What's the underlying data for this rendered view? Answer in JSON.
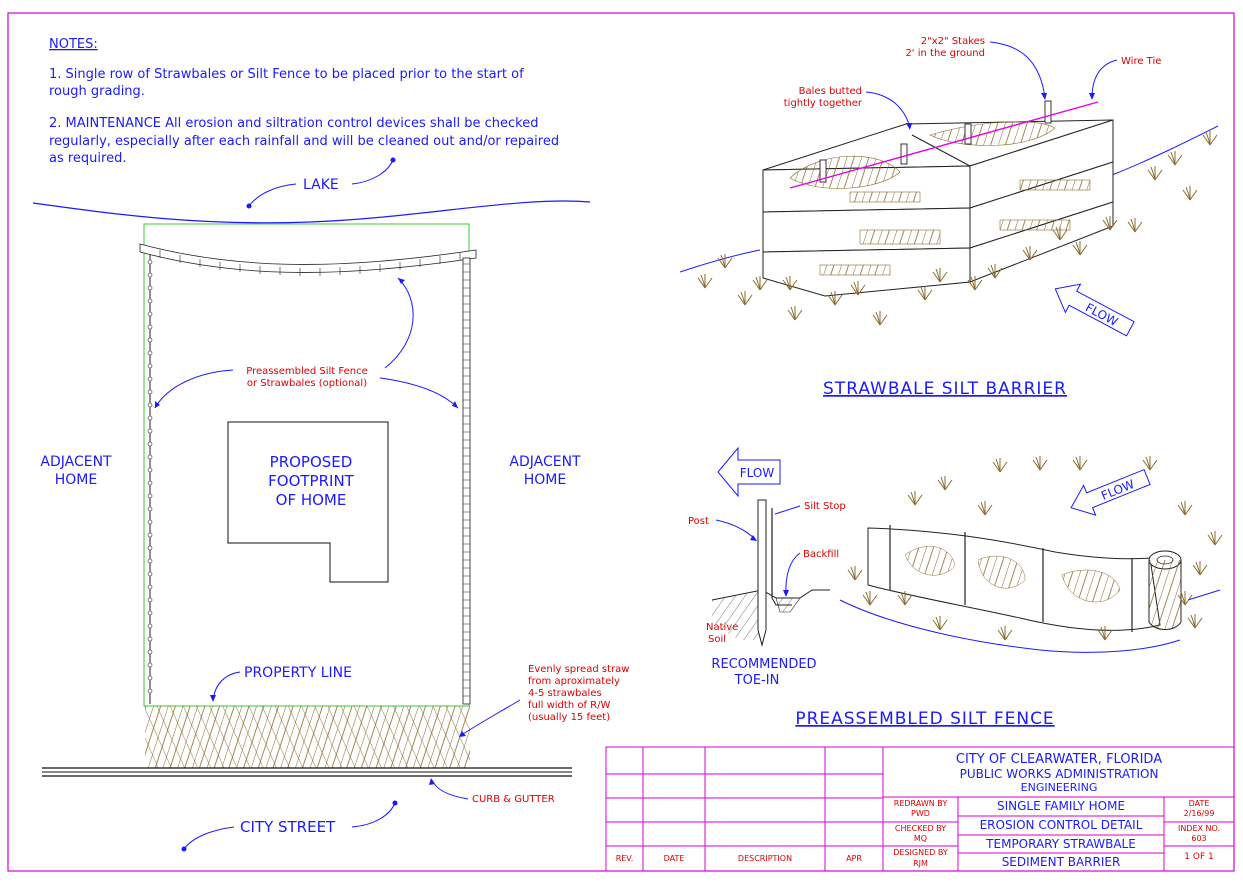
{
  "notes": {
    "heading": "NOTES:",
    "note1_line1": "1. Single row of Strawbales or Silt Fence to be placed prior to the start of",
    "note1_line2": "rough grading.",
    "note2_line1": "2. MAINTENANCE  All erosion and siltration control devices shall be checked",
    "note2_line2": "regularly, especially after each rainfall and will be cleaned out and/or repaired",
    "note2_line3": "as required."
  },
  "plan": {
    "lake": "LAKE",
    "adjacent_left_1": "ADJACENT",
    "adjacent_left_2": "HOME",
    "adjacent_right_1": "ADJACENT",
    "adjacent_right_2": "HOME",
    "footprint_1": "PROPOSED",
    "footprint_2": "FOOTPRINT",
    "footprint_3": "OF HOME",
    "silt_fence_1": "Preassembled Silt Fence",
    "silt_fence_2": "or Strawbales (optional)",
    "property_line": "PROPERTY LINE",
    "straw_1": "Evenly spread straw",
    "straw_2": "from aproximately",
    "straw_3": "4-5 strawbales",
    "straw_4": "full width of R/W",
    "straw_5": "(usually 15 feet)",
    "curb": "CURB & GUTTER",
    "city_street": "CITY STREET"
  },
  "strawbale": {
    "stakes_1": "2\"x2\" Stakes",
    "stakes_2": "2' in the ground",
    "wire_tie": "Wire Tie",
    "bales_1": "Bales butted",
    "bales_2": "tightly together",
    "flow": "FLOW",
    "title": "STRAWBALE SILT BARRIER"
  },
  "siltfence": {
    "flow_left": "FLOW",
    "flow_right": "FLOW",
    "post": "Post",
    "silt_stop": "Silt Stop",
    "backfill": "Backfill",
    "native_1": "Native",
    "native_2": "Soil",
    "toe_1": "RECOMMENDED",
    "toe_2": "TOE-IN",
    "title": "PREASSEMBLED SILT FENCE"
  },
  "titleblock": {
    "org_1": "CITY OF CLEARWATER, FLORIDA",
    "org_2": "PUBLIC WORKS ADMINISTRATION",
    "org_3": "ENGINEERING",
    "redrawn_label": "REDRAWN BY",
    "redrawn_value": "PWD",
    "checked_label": "CHECKED BY",
    "checked_value": "MQ",
    "designed_label": "DESIGNED BY",
    "designed_value": "RJM",
    "title_1": "SINGLE FAMILY HOME",
    "title_2": "EROSION CONTROL DETAIL",
    "title_3": "TEMPORARY STRAWBALE",
    "title_4": "SEDIMENT BARRIER",
    "date_label": "DATE",
    "date_value": "2/16/99",
    "index_label": "INDEX NO.",
    "index_value": "603",
    "sheet": "1 OF 1",
    "rev": "REV.",
    "date_col": "DATE",
    "description": "DESCRIPTION",
    "apr": "APR"
  },
  "colors": {
    "text_blue": "#1a1aff",
    "text_red": "#e00000",
    "frame_magenta": "#d400d4",
    "straw_brown": "#8b6a2b",
    "property_green": "#33cc33"
  }
}
